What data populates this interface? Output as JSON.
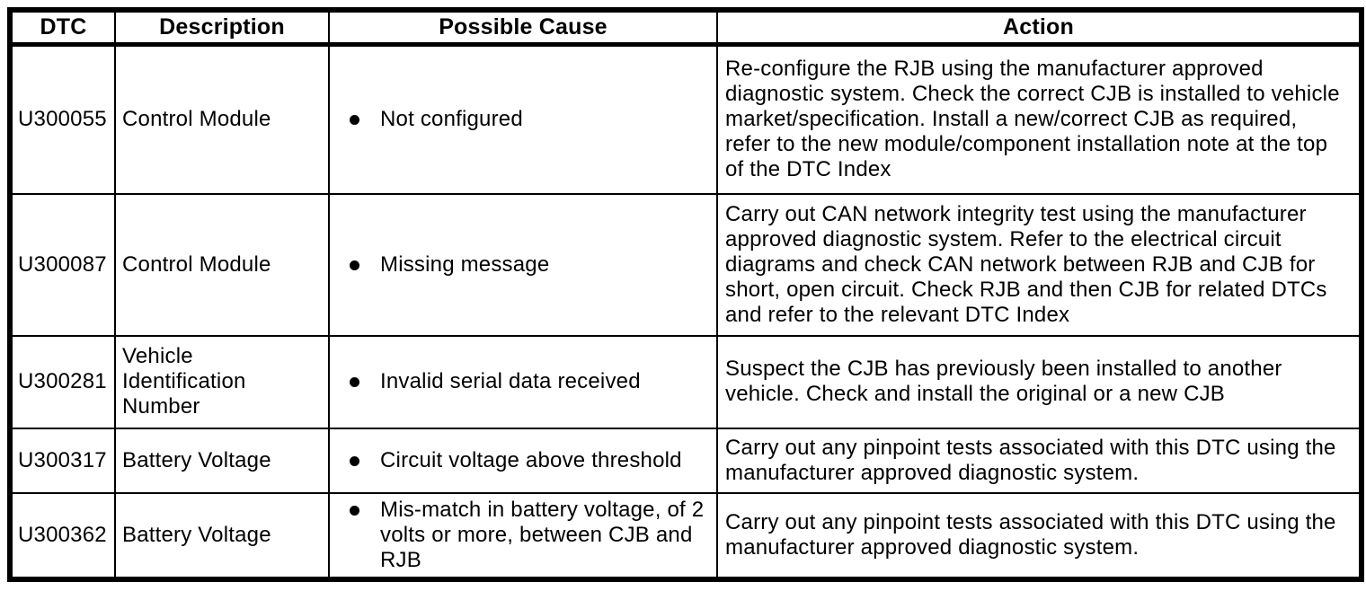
{
  "document": {
    "kind": "dtc-index-table"
  },
  "colors": {
    "border": "#000000",
    "text": "#000000",
    "background": "#ffffff"
  },
  "icons": {
    "cause_bullet": "filled-circle-bullet"
  },
  "table": {
    "columns": [
      {
        "id": "dtc",
        "label": "DTC"
      },
      {
        "id": "description",
        "label": "Description"
      },
      {
        "id": "possible_cause",
        "label": "Possible Cause"
      },
      {
        "id": "action",
        "label": "Action"
      }
    ],
    "rows": [
      {
        "dtc": "U300055",
        "description": "Control Module",
        "causes": [
          "Not configured"
        ],
        "action": "Re-configure the RJB using the manufacturer approved diagnostic system. Check the correct CJB is installed to vehicle market/specification. Install a new/correct CJB as required, refer to the new module/component installation note at the top of the DTC Index"
      },
      {
        "dtc": "U300087",
        "description": "Control Module",
        "causes": [
          "Missing message"
        ],
        "action": "Carry out CAN network integrity test using the manufacturer approved diagnostic system. Refer to the electrical circuit diagrams and check CAN network between RJB and CJB for short, open circuit. Check RJB and then CJB for related DTCs and refer to the relevant DTC Index"
      },
      {
        "dtc": "U300281",
        "description": "Vehicle Identification Number",
        "causes": [
          "Invalid serial data received"
        ],
        "action": "Suspect the CJB has previously been installed to another vehicle. Check and install the original or a new CJB"
      },
      {
        "dtc": "U300317",
        "description": "Battery Voltage",
        "causes": [
          "Circuit voltage above threshold"
        ],
        "action": "Carry out any pinpoint tests associated with this DTC using the manufacturer approved diagnostic system."
      },
      {
        "dtc": "U300362",
        "description": "Battery Voltage",
        "causes": [
          "Mis-match in battery voltage, of 2 volts or more, between CJB and RJB"
        ],
        "action": "Carry out any pinpoint tests associated with this DTC using the manufacturer approved diagnostic system."
      }
    ]
  }
}
